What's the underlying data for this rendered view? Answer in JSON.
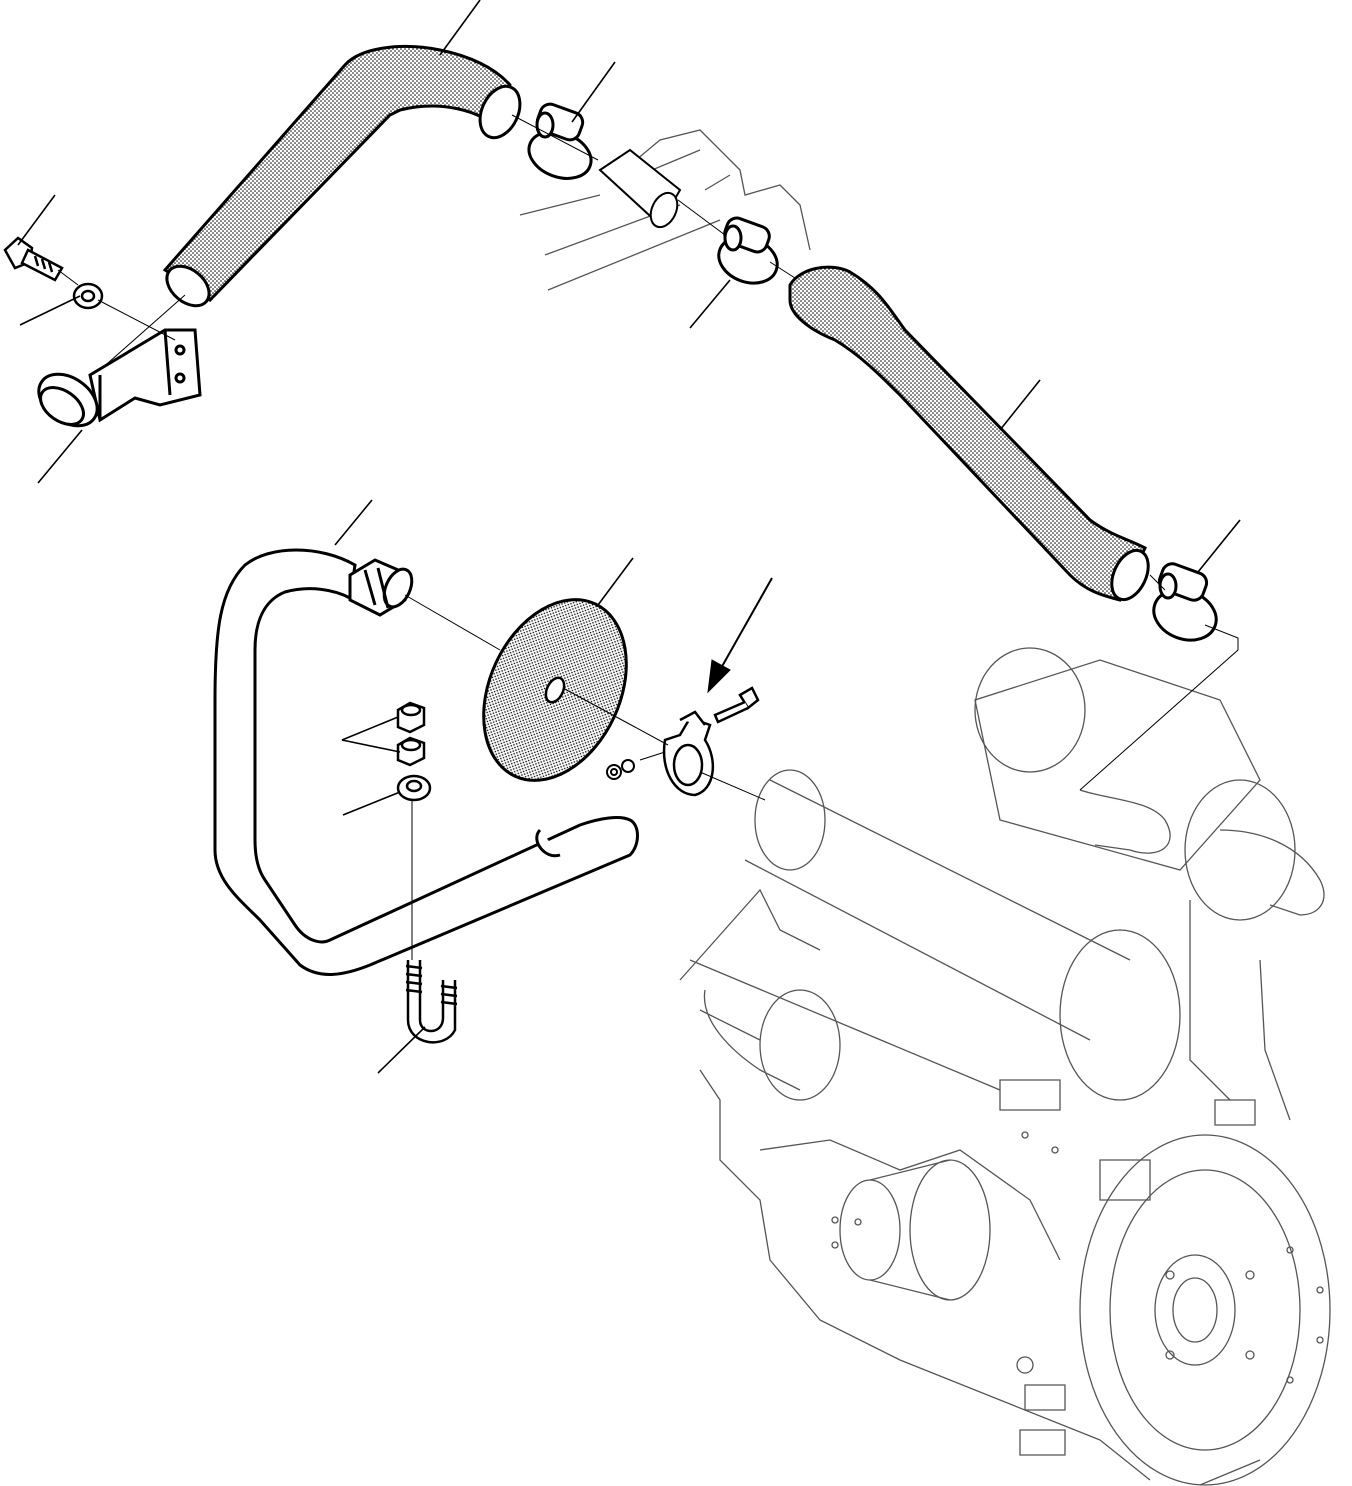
{
  "diagram": {
    "kind": "exploded parts drawing",
    "labels": [],
    "colors": {
      "line": "#000000",
      "engine_line": "#555555",
      "hatch": "#000000",
      "background": "#ffffff"
    },
    "parts": [
      {
        "name": "upper-hose"
      },
      {
        "name": "hose-clamp-upper-a"
      },
      {
        "name": "hose-clamp-upper-b"
      },
      {
        "name": "lower-hose"
      },
      {
        "name": "hose-clamp-lower"
      },
      {
        "name": "mounting-bracket"
      },
      {
        "name": "bracket-bolt"
      },
      {
        "name": "bracket-washer"
      },
      {
        "name": "bent-tube"
      },
      {
        "name": "hose-sleeve"
      },
      {
        "name": "sealing-disc"
      },
      {
        "name": "pipe-clamp"
      },
      {
        "name": "clamp-bolt"
      },
      {
        "name": "clamp-nut"
      },
      {
        "name": "nuts"
      },
      {
        "name": "washer"
      },
      {
        "name": "u-bolt"
      },
      {
        "name": "direction-arrow"
      },
      {
        "name": "engine-outline"
      }
    ]
  }
}
